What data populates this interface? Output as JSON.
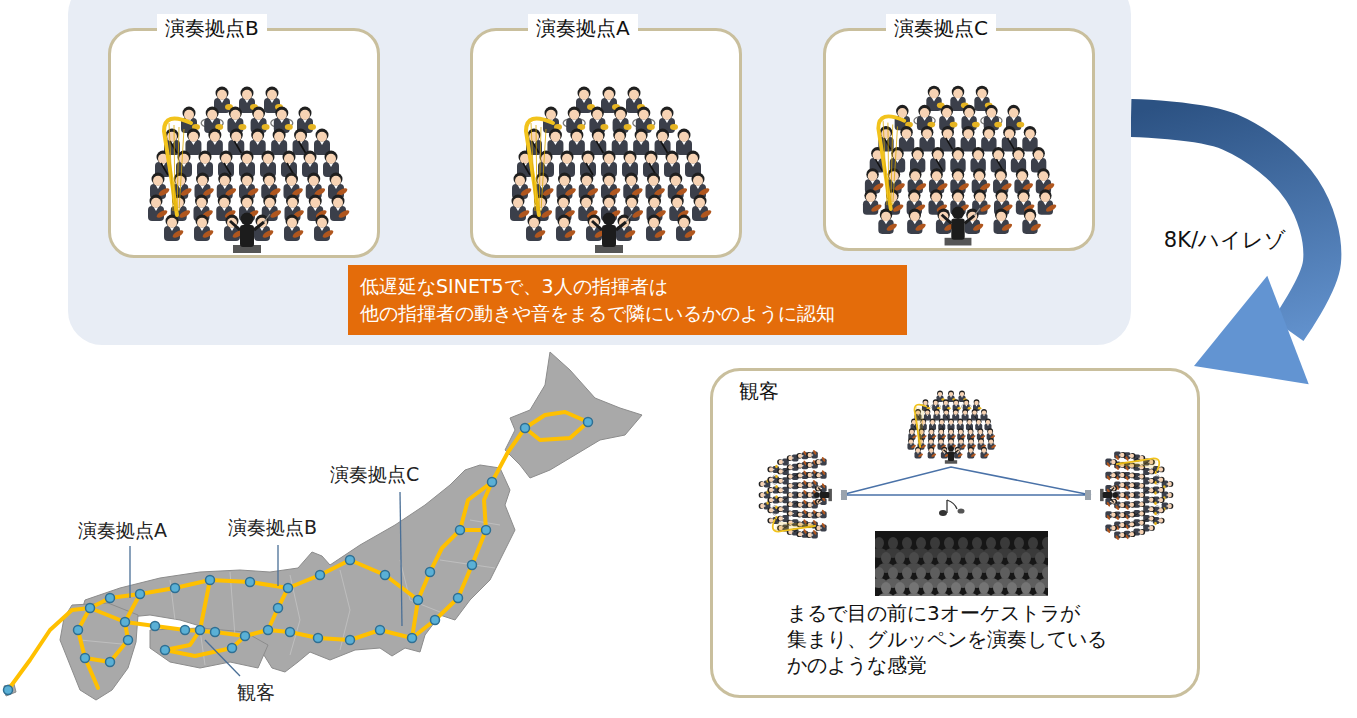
{
  "diagram": {
    "nodes": [
      {
        "text": []
      },
      {
        "text": [
          "演奏拠点B"
        ],
        "in": 0
      },
      {
        "text": [
          "演奏拠点A"
        ],
        "in": 0
      },
      {
        "text": [
          "演奏拠点C"
        ],
        "in": 0
      },
      {
        "text": [
          "低遅延なSINET5で、3人の指揮者は 他の指揮者の動きや音をまるで隣にいるかのように認知"
        ],
        "in": 0
      },
      {
        "text": [
          "観客",
          "まるで目の前に3オーケストラが 集まり、グルッペンを演奏している かのような感覚"
        ]
      }
    ],
    "edges": [
      {
        "from": 0,
        "to": 5,
        "arrow": "to",
        "label": "8K/ハイレゾ"
      }
    ],
    "labels": [
      "演奏拠点A",
      "演奏拠点B",
      "演奏拠点C",
      "観客"
    ]
  }
}
